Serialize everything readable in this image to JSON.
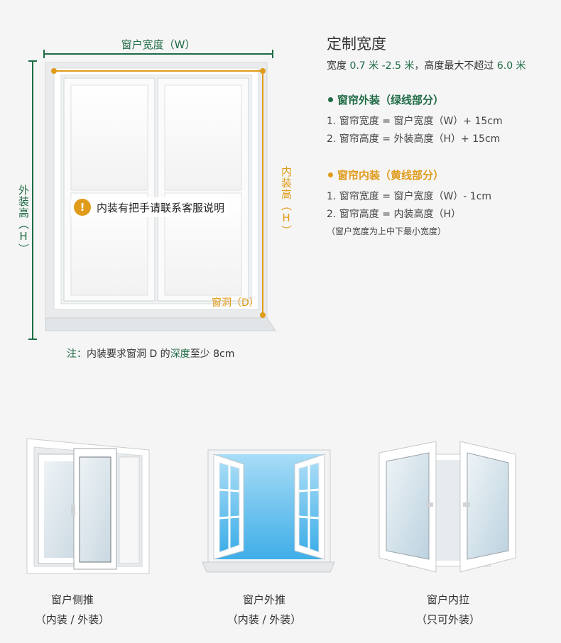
{
  "diagram": {
    "width_label": "窗户宽度（W）",
    "outer_height_label": "外装高（H）",
    "inner_height_label": "内装高（H）",
    "depth_label": "窗洞（D）",
    "handle_note_icon": "!",
    "handle_note": "内装有把手请联系客服说明",
    "depth_note_prefix": "注：",
    "depth_note_a": "内装要求窗洞 D 的",
    "depth_note_key": "深度",
    "depth_note_b": "至少 8cm"
  },
  "spec": {
    "title": "定制宽度",
    "range_a": "宽度",
    "range_w": "0.7 米 -2.5 米",
    "range_b": "，高度最大不超过",
    "range_h": "6.0 米",
    "outer": {
      "heading": "窗帘外装（绿线部分）",
      "line1": "1. 窗帘宽度 = 窗户宽度（W）+ 15cm",
      "line2": "2. 窗帘高度 = 外装高度（H）+ 15cm"
    },
    "inner": {
      "heading": "窗帘内装（黄线部分）",
      "line1": "1. 窗帘宽度 = 窗户宽度（W）- 1cm",
      "line2": "2. 窗帘高度 = 内装高度（H）",
      "note": "（窗户宽度为上中下最小宽度）"
    }
  },
  "windows": [
    {
      "name": "窗户侧推",
      "sub": "（内装 / 外装）"
    },
    {
      "name": "窗户外推",
      "sub": "（内装 / 外装）"
    },
    {
      "name": "窗户内拉",
      "sub": "（只可外装）"
    }
  ],
  "colors": {
    "green": "#1f6b45",
    "amber": "#e09b1a",
    "background": "#f5f5f5"
  }
}
